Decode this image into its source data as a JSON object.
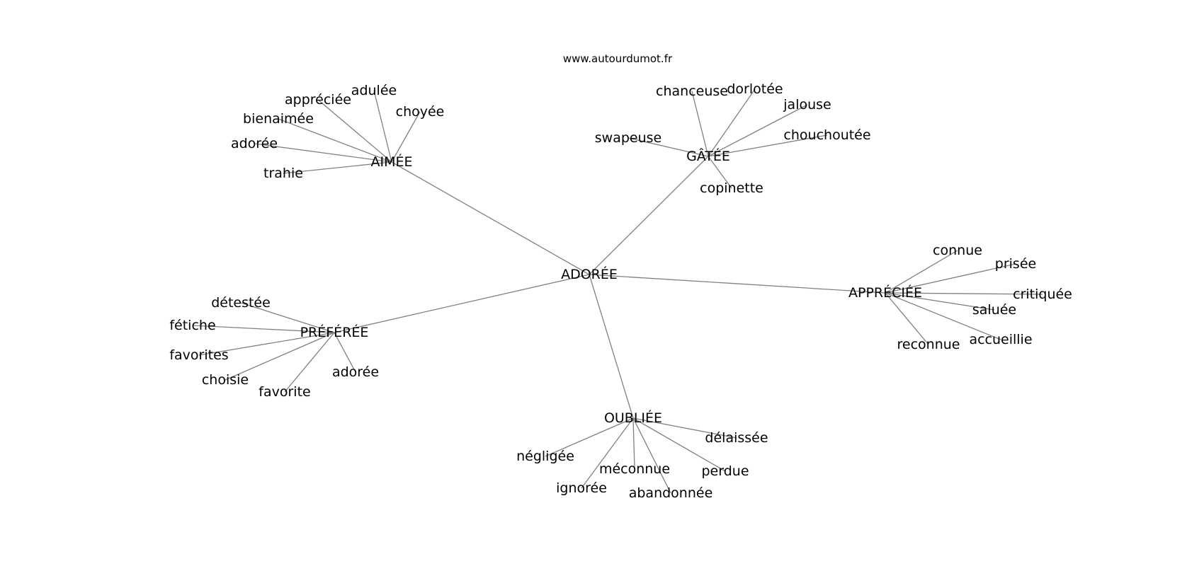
{
  "site": "www.autourdumot.fr",
  "graph": {
    "center": "ADORÉE",
    "clusters": [
      {
        "hub": "AIMÉE",
        "words": [
          "appréciée",
          "adulée",
          "choyée",
          "bienaimée",
          "adorée",
          "trahie"
        ]
      },
      {
        "hub": "GÂTÉE",
        "words": [
          "chanceuse",
          "dorlotée",
          "jalouse",
          "swapeuse",
          "chouchoutée",
          "copinette"
        ]
      },
      {
        "hub": "APPRÉCIÉE",
        "words": [
          "connue",
          "prisée",
          "critiquée",
          "saluée",
          "accueillie",
          "reconnue"
        ]
      },
      {
        "hub": "PRÉFÉRÉE",
        "words": [
          "détestée",
          "fétiche",
          "favorites",
          "choisie",
          "favorite",
          "adorée"
        ]
      },
      {
        "hub": "OUBLIÉE",
        "words": [
          "délaissée",
          "négligée",
          "méconnue",
          "perdue",
          "ignorée",
          "abandonnée"
        ]
      }
    ]
  },
  "style": {
    "edge_color": "#808080",
    "text_color": "#000000",
    "background": "#ffffff"
  }
}
